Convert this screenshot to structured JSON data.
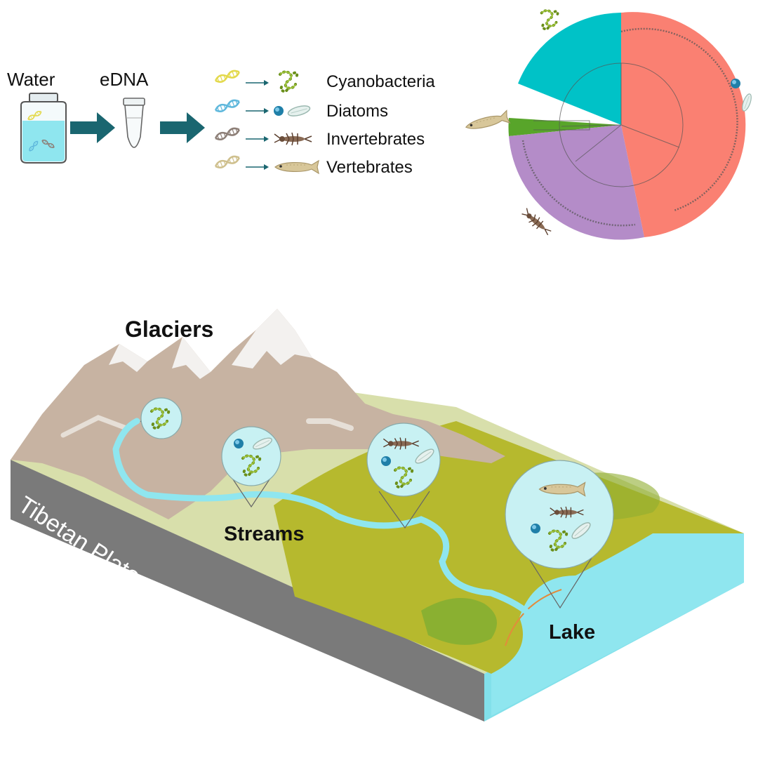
{
  "workflow": {
    "water_label": "Water",
    "edna_label": "eDNA",
    "taxa": [
      {
        "label": "Cyanobacteria",
        "dna_color": "#e3d94c",
        "icon": "cyanobacteria-icon"
      },
      {
        "label": "Diatoms",
        "dna_color": "#5fb8dc",
        "icon": "diatom-icon"
      },
      {
        "label": "Invertebrates",
        "dna_color": "#8d7f77",
        "icon": "invertebrate-icon"
      },
      {
        "label": "Vertebrates",
        "dna_color": "#cfc08e",
        "icon": "fish-icon"
      }
    ],
    "arrow_color": "#1a6670"
  },
  "tree": {
    "groups": [
      {
        "icon": "cyanobacteria-icon",
        "color": "#00c2c7"
      },
      {
        "icon": "diatom-icon",
        "color": "#fa8072"
      },
      {
        "icon": "fish-icon",
        "color": "#58a52a"
      },
      {
        "icon": "invertebrate-icon",
        "color": "#b48cc8"
      }
    ]
  },
  "landscape": {
    "glaciers_label": "Glaciers",
    "streams_label": "Streams",
    "lake_label": "Lake",
    "plateau_label": "Tibetan Plateau",
    "colors": {
      "mountain": "#c7b3a2",
      "snow": "#f3f1ef",
      "meadow": "#d8dfab",
      "grass": "#b6b92e",
      "water": "#8fe6ef",
      "rock": "#7a7a7a"
    }
  }
}
